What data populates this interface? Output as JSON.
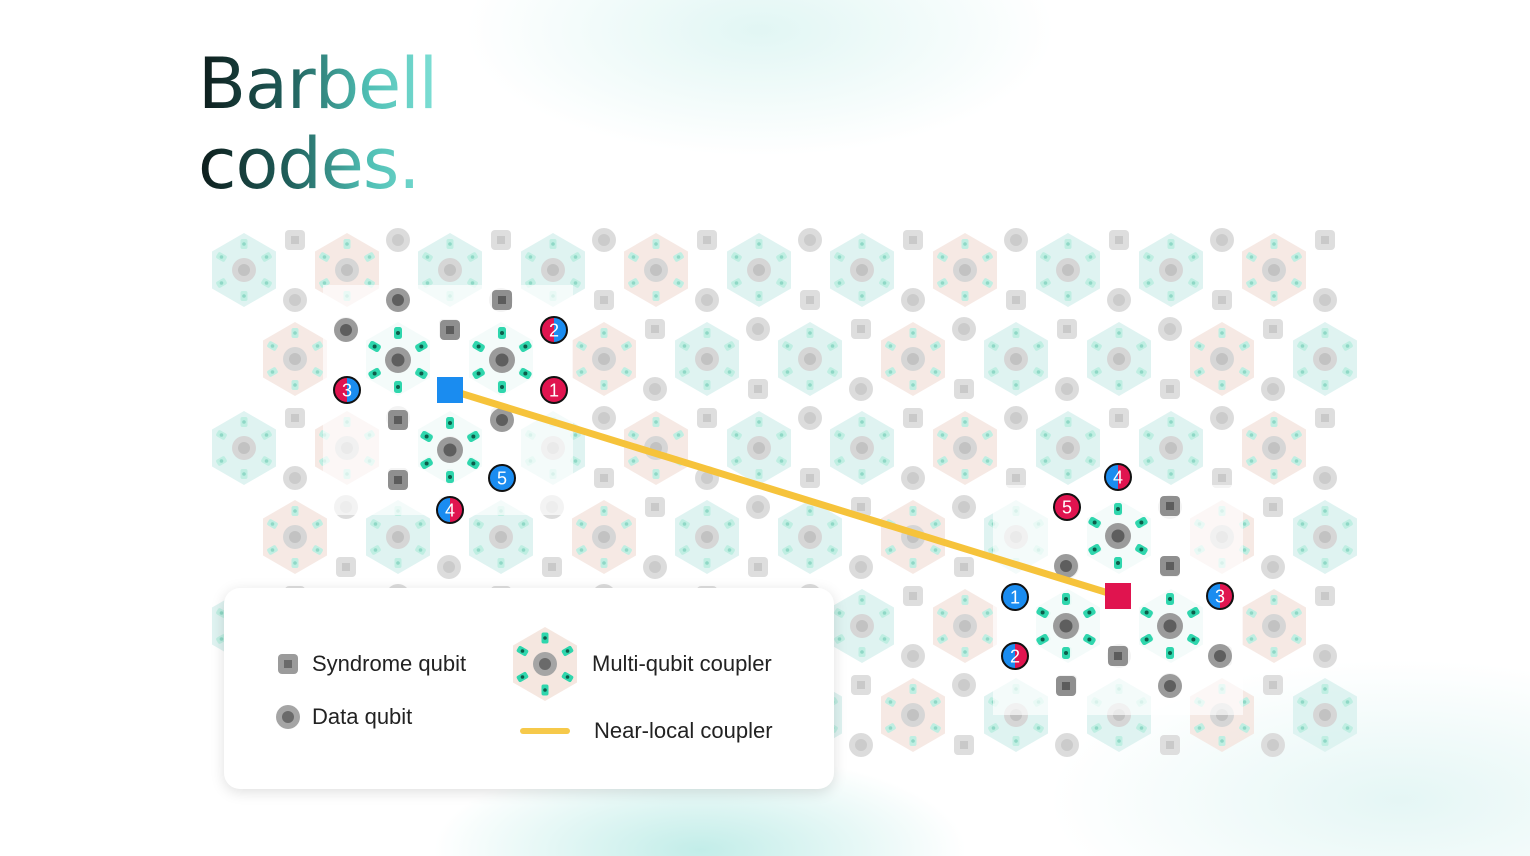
{
  "title": {
    "line1": "Barbell",
    "line2": "codes."
  },
  "legend": {
    "syndrome_label": "Syndrome qubit",
    "data_label": "Data qubit",
    "multi_label": "Multi-qubit coupler",
    "near_label": "Near-local coupler"
  },
  "colors": {
    "blue": "#1a8cf0",
    "red": "#e0144f",
    "gold": "#f6c33b",
    "teal": "#2fd6ad",
    "tile_teal": "#d9f1ef",
    "tile_pink": "#f4e4dd",
    "qubit_gray": "#8c8c8c"
  },
  "badges": {
    "left": [
      "1",
      "2",
      "3",
      "4",
      "5"
    ],
    "right": [
      "1",
      "2",
      "3",
      "4",
      "5"
    ]
  }
}
